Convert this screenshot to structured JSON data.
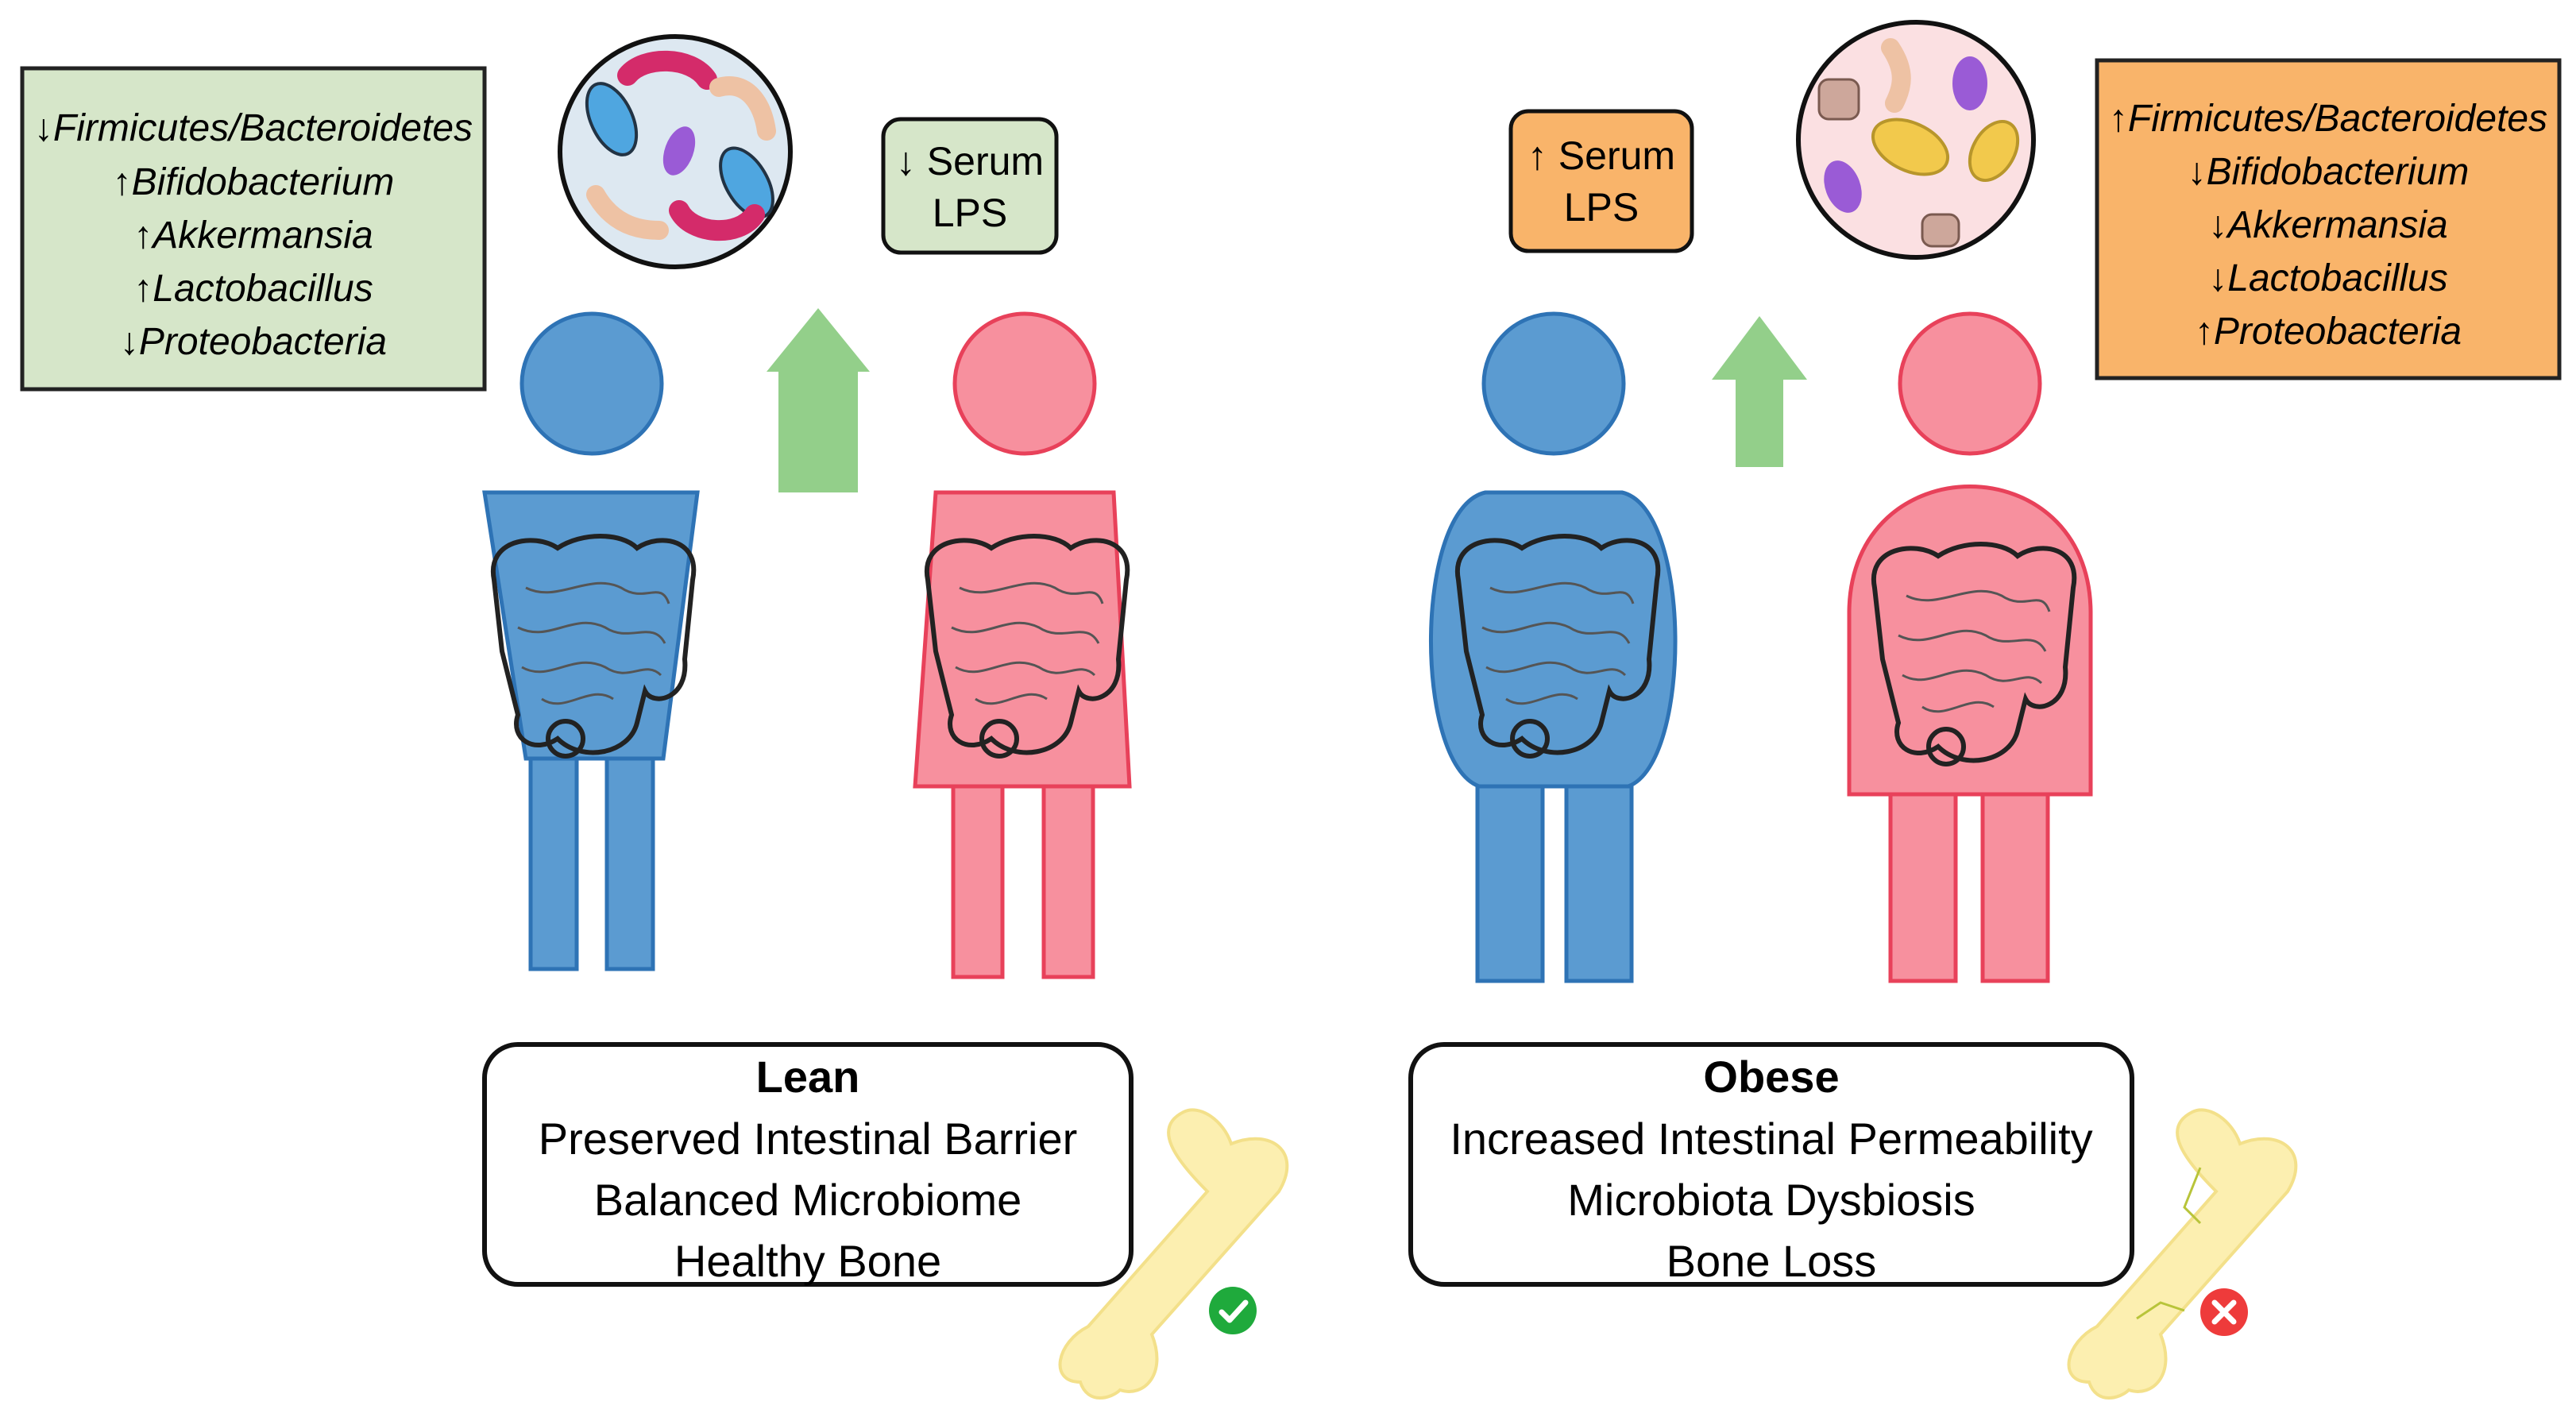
{
  "lean": {
    "bacteria_changes": [
      "↓Firmicutes/Bacteroidetes",
      "↑Bifidobacterium",
      "↑Akkermansia",
      "↑Lactobacillus",
      "↓Proteobacteria"
    ],
    "serum_line1": "↓ Serum",
    "serum_line2": "LPS",
    "summary_title": "Lean",
    "summary_lines": [
      "Preserved Intestinal Barrier",
      "Balanced Microbiome",
      "Healthy Bone"
    ],
    "bone_status": "check-icon"
  },
  "obese": {
    "bacteria_changes": [
      "↑Firmicutes/Bacteroidetes",
      "↓Bifidobacterium",
      "↓Akkermansia",
      "↓Lactobacillus",
      "↑Proteobacteria"
    ],
    "serum_line1": "↑ Serum",
    "serum_line2": "LPS",
    "summary_title": "Obese",
    "summary_lines": [
      "Increased Intestinal Permeability",
      "Microbiota Dysbiosis",
      "Bone Loss"
    ],
    "bone_status": "x-icon"
  },
  "colors": {
    "male": "#5b9bd1",
    "male_stroke": "#2e73b5",
    "female": "#f7909e",
    "female_stroke": "#e8415a",
    "lean_box": "#d6e6c9",
    "obese_box": "#f9b46a",
    "arrow": "#93cf8a",
    "bone": "#fcefb0",
    "check": "#1faa3c",
    "cross": "#ee3b3b"
  }
}
